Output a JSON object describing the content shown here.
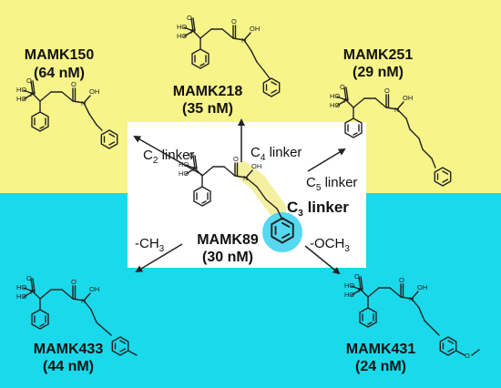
{
  "colors": {
    "top_band": "#f7f48a",
    "bottom_band": "#1ad9eb",
    "center_panel": "#ffffff",
    "highlight_chain": "#f5f0a0",
    "highlight_ring": "#55d8f0",
    "ink": "#111111"
  },
  "center": {
    "name": "MAMK89",
    "activity": "(30 nM)"
  },
  "compounds": [
    {
      "id": "c150",
      "name": "MAMK150",
      "activity": "(64 nM)"
    },
    {
      "id": "c218",
      "name": "MAMK218",
      "activity": "(35 nM)"
    },
    {
      "id": "c251",
      "name": "MAMK251",
      "activity": "(29 nM)"
    },
    {
      "id": "c433",
      "name": "MAMK433",
      "activity": "(44 nM)"
    },
    {
      "id": "c431",
      "name": "MAMK431",
      "activity": "(24 nM)"
    }
  ],
  "modifications": {
    "c2": {
      "sym": "C",
      "sub": "2",
      "rest": " linker"
    },
    "c4": {
      "sym": "C",
      "sub": "4",
      "rest": " linker"
    },
    "c5": {
      "sym": "C",
      "sub": "5",
      "rest": " linker"
    },
    "c3": {
      "sym": "C",
      "sub": "3",
      "rest": " linker"
    },
    "ch3": {
      "pre": "-CH",
      "sub": "3"
    },
    "och3": {
      "pre": "-OCH",
      "sub": "3"
    }
  },
  "atoms": {
    "ho": "HO",
    "o": "O",
    "p": "P",
    "n": "N",
    "oh": "OH",
    "methoxy_o": "O"
  }
}
